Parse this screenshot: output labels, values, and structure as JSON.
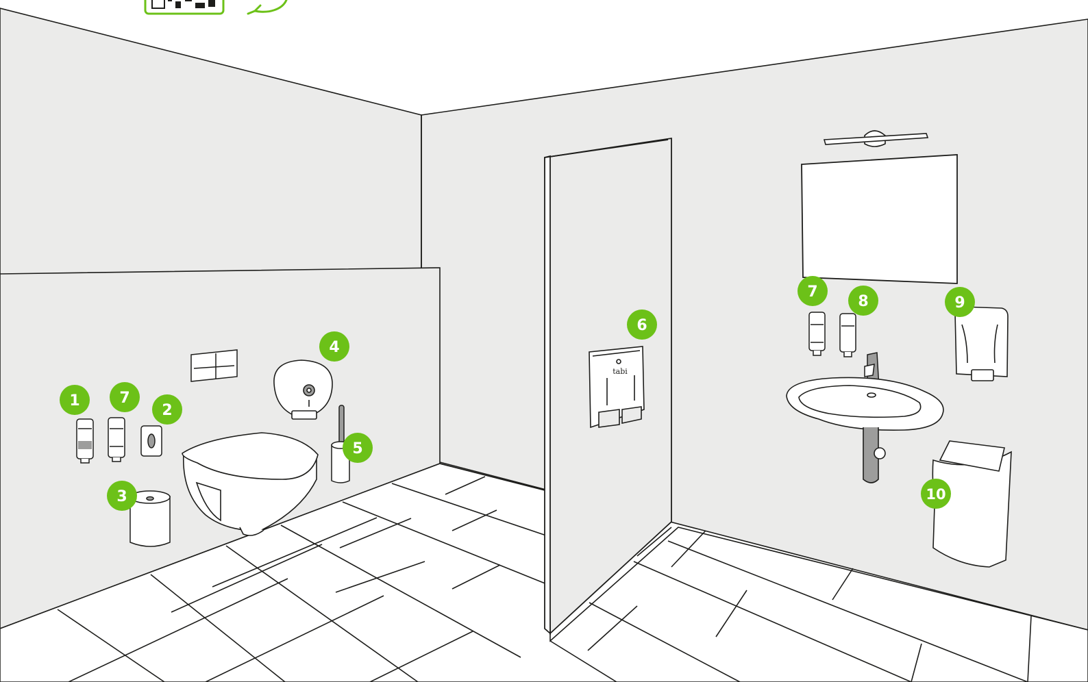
{
  "colors": {
    "wall": "#ebebea",
    "line": "#1d1d1b",
    "accent": "#6cc118",
    "fixture_fill": "#ffffff",
    "gray_part": "#9d9d9c"
  },
  "icons": [
    "qr-code-icon",
    "curved-arrow-icon"
  ],
  "badges": {
    "b1": "1",
    "b7a": "7",
    "b2": "2",
    "b3": "3",
    "b4": "4",
    "b5": "5",
    "b6": "6",
    "b7b": "7",
    "b8": "8",
    "b9": "9",
    "b10": "10"
  },
  "brand": {
    "dispenser_logo": "tabi"
  }
}
